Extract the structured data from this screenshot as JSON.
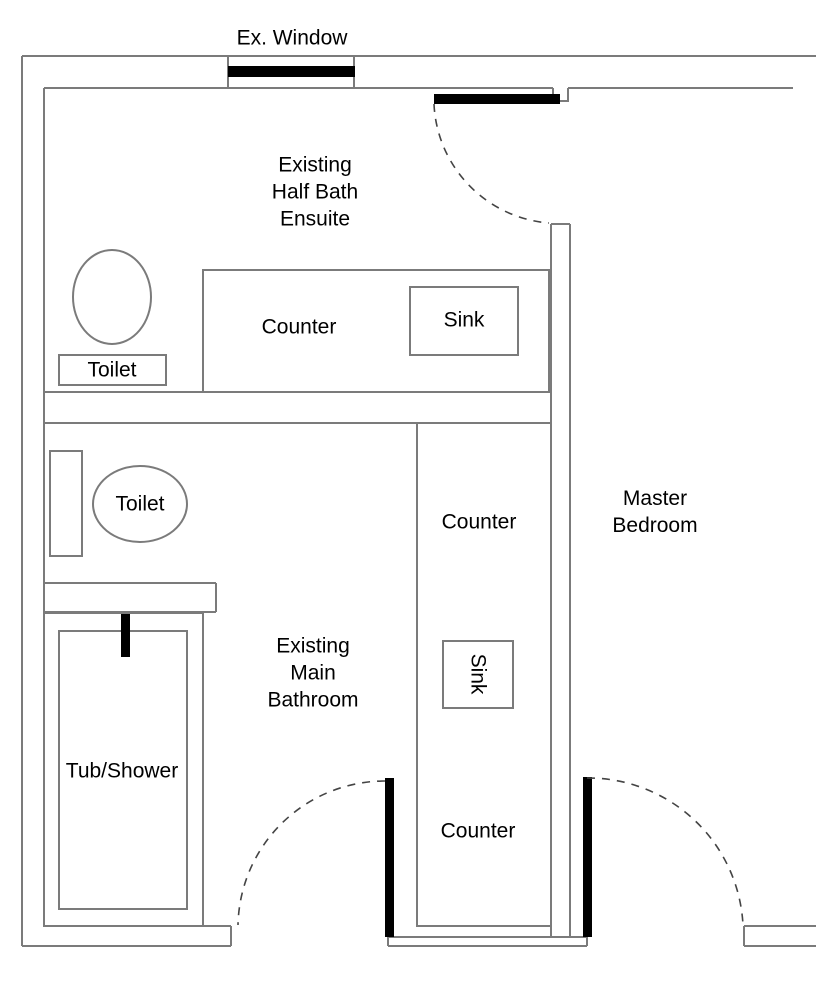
{
  "diagram": {
    "type": "floor-plan",
    "colors": {
      "background": "#ffffff",
      "wall_line": "#7b7b7b",
      "door_and_window_fill": "#000000",
      "swing_arc": "#444444",
      "text": "#000000"
    },
    "window_label": "Ex. Window",
    "rooms": {
      "half_bath": {
        "lines": [
          "Existing",
          "Half Bath",
          "Ensuite"
        ]
      },
      "main_bath": {
        "lines": [
          "Existing",
          "Main",
          "Bathroom"
        ]
      },
      "master_bedroom": {
        "lines": [
          "Master",
          "Bedroom"
        ]
      }
    },
    "fixtures": {
      "half_bath": {
        "counter": "Counter",
        "sink": "Sink",
        "toilet": "Toilet"
      },
      "main_bath": {
        "toilet": "Toilet",
        "tub": "Tub/Shower",
        "counter_top": "Counter",
        "sink": "Sink",
        "counter_bottom": "Counter"
      }
    }
  }
}
